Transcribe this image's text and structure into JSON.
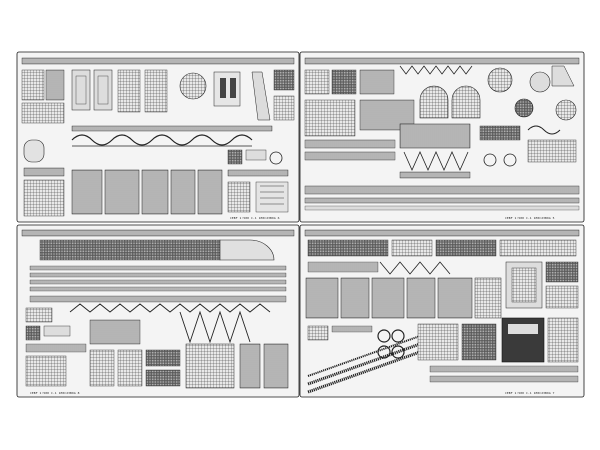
{
  "image": {
    "subject": "photo-etched brass detail parts fret",
    "sheet_count": 4,
    "palette": {
      "background": "#ffffff",
      "metal": "#e4e4e4",
      "line": "#1a1a1a",
      "dark": "#3a3a3a"
    }
  },
  "sheets": [
    {
      "id": "sheet-6",
      "label": "CEBF 1:500 C-1 1E0C23B9A 6"
    },
    {
      "id": "sheet-5",
      "label": "CEBF 1:500 C-1 1E0C23B9A 5"
    },
    {
      "id": "sheet-8",
      "label": "CEBF 1:500 C-1 1E0C23B9A 8"
    },
    {
      "id": "sheet-7",
      "label": "CEBF 1:500 C-1 1E0C23B9A 7"
    }
  ]
}
